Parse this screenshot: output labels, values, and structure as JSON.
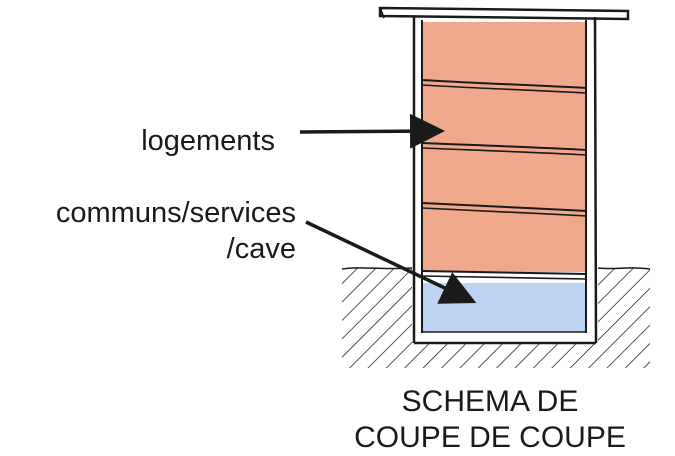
{
  "labels": {
    "housing": "logements",
    "commons_line1": "communs/services",
    "commons_line2": "/cave"
  },
  "caption": {
    "line1": "SCHEMA DE",
    "line2": "COUPE DE COUPE"
  },
  "colors": {
    "housing_fill": "#F0A88C",
    "cellar_fill": "#BCD4F2",
    "ink": "#1a1a1a",
    "hatch": "#2a2a2a"
  },
  "building": {
    "housing_floors": 4,
    "cellar_levels": 1
  }
}
